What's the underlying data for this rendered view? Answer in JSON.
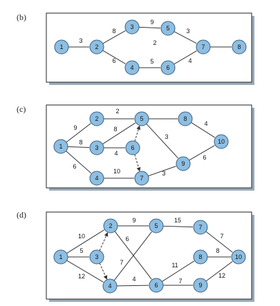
{
  "colors": {
    "node_fill": "#8ebfe2",
    "node_stroke": "#3a5f80",
    "edge": "#333333",
    "frame_shadow": "#9aaab8"
  },
  "panels": [
    {
      "id": "b",
      "label": "(b)",
      "nodes": [
        "1",
        "2",
        "3",
        "5",
        "4",
        "6",
        "7",
        "8"
      ],
      "edges": [
        {
          "from": "1",
          "to": "2",
          "weight": "3",
          "style": "solid"
        },
        {
          "from": "2",
          "to": "3",
          "weight": "8",
          "style": "solid"
        },
        {
          "from": "3",
          "to": "5",
          "weight": "9",
          "style": "solid"
        },
        {
          "from": "5",
          "to": "7",
          "weight": "3",
          "style": "solid"
        },
        {
          "from": "2",
          "to": "4",
          "weight": "6",
          "style": "solid"
        },
        {
          "from": "4",
          "to": "6",
          "weight": "5",
          "style": "solid"
        },
        {
          "from": "6",
          "to": "7",
          "weight": "4",
          "style": "solid"
        },
        {
          "from": "7",
          "to": "8",
          "weight": "",
          "style": "solid"
        }
      ],
      "free_labels": [
        "2"
      ]
    },
    {
      "id": "c",
      "label": "(c)",
      "nodes": [
        "1",
        "2",
        "3",
        "4",
        "5",
        "6",
        "7",
        "8",
        "9",
        "10"
      ],
      "edges": [
        {
          "from": "1",
          "to": "2",
          "weight": "9",
          "style": "solid"
        },
        {
          "from": "1",
          "to": "3",
          "weight": "8",
          "style": "solid"
        },
        {
          "from": "1",
          "to": "4",
          "weight": "6",
          "style": "solid"
        },
        {
          "from": "2",
          "to": "5",
          "weight": "2",
          "style": "solid"
        },
        {
          "from": "3",
          "to": "5",
          "weight": "8",
          "style": "solid"
        },
        {
          "from": "3",
          "to": "6",
          "weight": "4",
          "style": "solid"
        },
        {
          "from": "4",
          "to": "7",
          "weight": "10",
          "style": "solid"
        },
        {
          "from": "6",
          "to": "5",
          "weight": "",
          "style": "dashed"
        },
        {
          "from": "6",
          "to": "7",
          "weight": "",
          "style": "dashed"
        },
        {
          "from": "5",
          "to": "8",
          "weight": "",
          "style": "solid"
        },
        {
          "from": "5",
          "to": "9",
          "weight": "3",
          "style": "solid"
        },
        {
          "from": "7",
          "to": "9",
          "weight": "3",
          "style": "solid"
        },
        {
          "from": "8",
          "to": "10",
          "weight": "4",
          "style": "solid"
        },
        {
          "from": "9",
          "to": "10",
          "weight": "6",
          "style": "solid"
        }
      ],
      "free_labels": []
    },
    {
      "id": "d",
      "label": "(d)",
      "nodes": [
        "1",
        "2",
        "3",
        "4",
        "5",
        "6",
        "7",
        "8",
        "9",
        "10"
      ],
      "edges": [
        {
          "from": "1",
          "to": "2",
          "weight": "10",
          "style": "solid"
        },
        {
          "from": "1",
          "to": "3",
          "weight": "5",
          "style": "solid"
        },
        {
          "from": "1",
          "to": "4",
          "weight": "12",
          "style": "solid"
        },
        {
          "from": "3",
          "to": "2",
          "weight": "",
          "style": "dashed"
        },
        {
          "from": "3",
          "to": "4",
          "weight": "",
          "style": "dashed"
        },
        {
          "from": "2",
          "to": "5",
          "weight": "9",
          "style": "solid"
        },
        {
          "from": "2",
          "to": "6",
          "weight": "6",
          "style": "solid"
        },
        {
          "from": "4",
          "to": "5",
          "weight": "7",
          "style": "solid"
        },
        {
          "from": "4",
          "to": "6",
          "weight": "4",
          "style": "solid"
        },
        {
          "from": "5",
          "to": "7",
          "weight": "15",
          "style": "solid"
        },
        {
          "from": "6",
          "to": "8",
          "weight": "11",
          "style": "solid"
        },
        {
          "from": "6",
          "to": "9",
          "weight": "7",
          "style": "solid"
        },
        {
          "from": "7",
          "to": "10",
          "weight": "7",
          "style": "solid"
        },
        {
          "from": "8",
          "to": "10",
          "weight": "8",
          "style": "solid"
        },
        {
          "from": "9",
          "to": "10",
          "weight": "12",
          "style": "solid"
        }
      ],
      "free_labels": []
    }
  ]
}
